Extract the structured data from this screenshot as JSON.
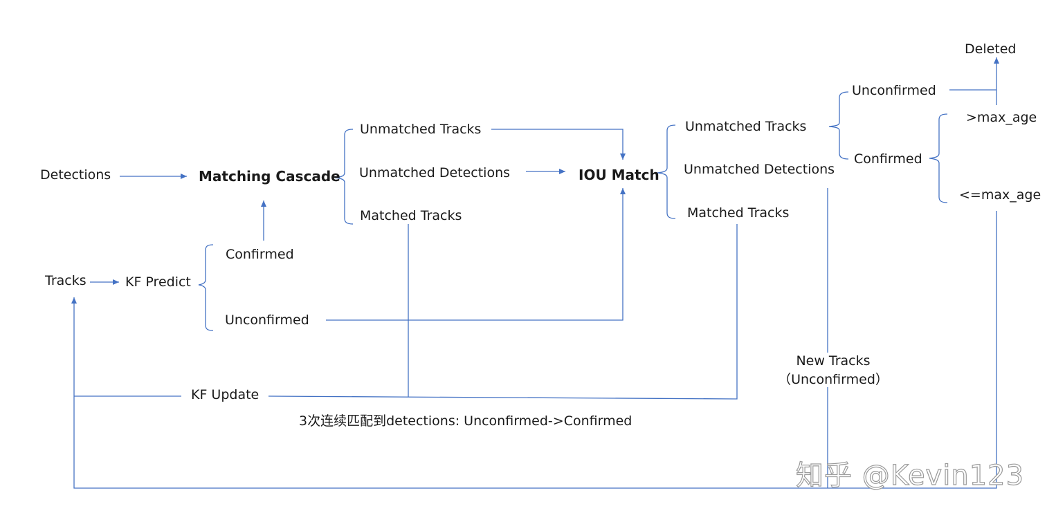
{
  "labels": {
    "detections": "Detections",
    "matching_cascade": "Matching Cascade",
    "tracks": "Tracks",
    "kf_predict": "KF Predict",
    "confirmed_left": "Confirmed",
    "unconfirmed_left": "Unconfirmed",
    "cascade_unmatched_tracks": "Unmatched Tracks",
    "cascade_unmatched_detections": "Unmatched Detections",
    "cascade_matched_tracks": "Matched Tracks",
    "iou_match": "IOU Match",
    "iou_unmatched_tracks": "Unmatched Tracks",
    "iou_unmatched_detections": "Unmatched Detections",
    "iou_matched_tracks": "Matched Tracks",
    "unconfirmed_right": "Unconfirmed",
    "confirmed_right": "Confirmed",
    "deleted": "Deleted",
    "gt_max_age": ">max_age",
    "le_max_age": "<=max_age",
    "new_tracks_line1": "New Tracks",
    "new_tracks_line2": "（Unconfirmed）",
    "kf_update": "KF Update",
    "note": "3次连续匹配到detections: Unconfirmed->Confirmed"
  },
  "watermark": "知乎 @Kevin123",
  "colors": {
    "line": "#4472c4",
    "text": "#1a1a1a"
  }
}
